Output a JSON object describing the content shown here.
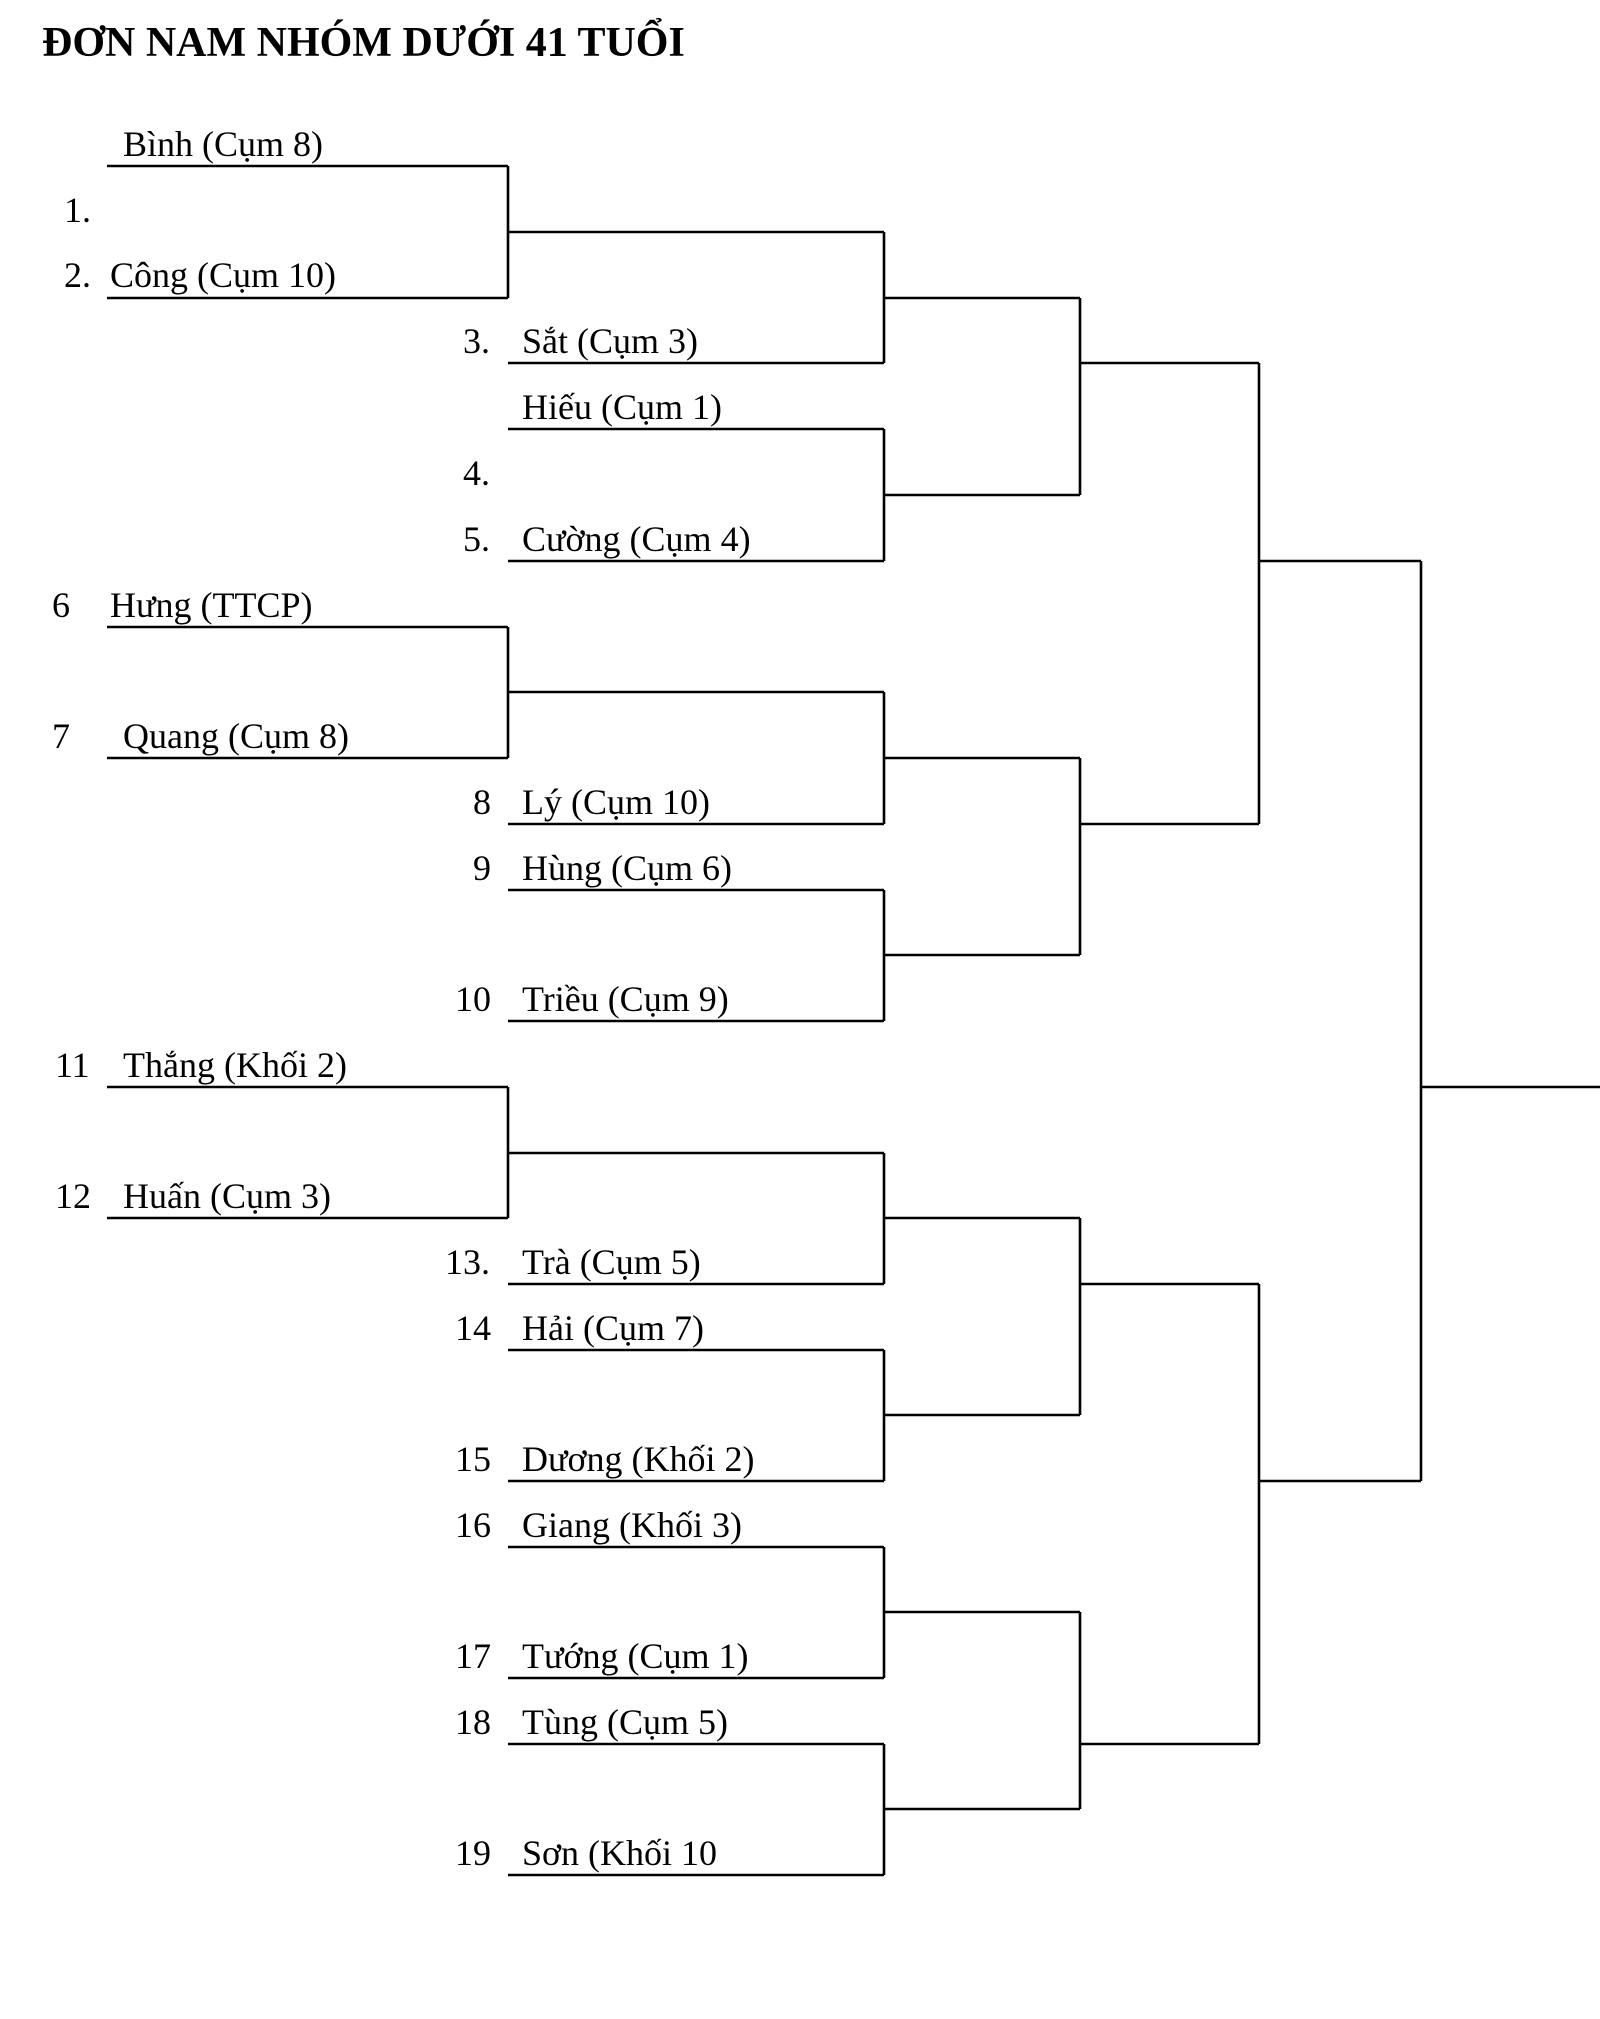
{
  "title": "ĐƠN NAM NHÓM DƯỚI 41 TUỔI",
  "colors": {
    "line": "#000000",
    "text": "#000000",
    "background": "#ffffff"
  },
  "entries": [
    {
      "number": "",
      "name": "Bình (Cụm 8)"
    },
    {
      "number": "1.",
      "name": ""
    },
    {
      "number": "2.",
      "name": "Công (Cụm 10)"
    },
    {
      "number": "3.",
      "name": "Sắt (Cụm 3)"
    },
    {
      "number": "",
      "name": "Hiếu (Cụm 1)"
    },
    {
      "number": "4.",
      "name": ""
    },
    {
      "number": "5.",
      "name": "Cường (Cụm 4)"
    },
    {
      "number": "6",
      "name": "Hưng (TTCP)"
    },
    {
      "number": "7",
      "name": "Quang (Cụm 8)"
    },
    {
      "number": "8",
      "name": "Lý (Cụm 10)"
    },
    {
      "number": "9",
      "name": "Hùng (Cụm 6)"
    },
    {
      "number": "10",
      "name": "Triều (Cụm 9)"
    },
    {
      "number": "11",
      "name": "Thắng (Khối 2)"
    },
    {
      "number": "12",
      "name": "Huấn (Cụm 3)"
    },
    {
      "number": "13.",
      "name": "Trà (Cụm 5)"
    },
    {
      "number": "14",
      "name": "Hải (Cụm 7)"
    },
    {
      "number": "15",
      "name": "Dương (Khối 2)"
    },
    {
      "number": "16",
      "name": "Giang (Khối 3)"
    },
    {
      "number": "17",
      "name": "Tướng (Cụm 1)"
    },
    {
      "number": "18",
      "name": "Tùng (Cụm 5)"
    },
    {
      "number": "19",
      "name": "Sơn (Khối 10"
    }
  ]
}
